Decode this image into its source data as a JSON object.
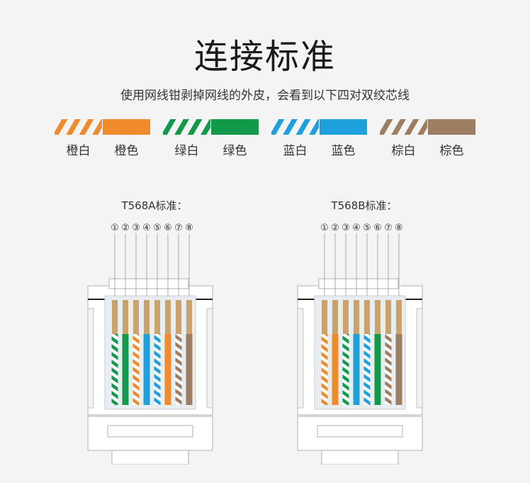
{
  "title": "连接标准",
  "subtitle": "使用网线钳剥掉网线的外皮，会看到以下四对双绞芯线",
  "colors": {
    "orange": "#f08a2c",
    "green": "#13994a",
    "blue": "#1ea0dd",
    "brown": "#9d7e62",
    "white": "#ffffff",
    "copper": "#c9a36a"
  },
  "legend": [
    {
      "label": "橙白",
      "color": "orange",
      "striped": true
    },
    {
      "label": "橙色",
      "color": "orange",
      "striped": false
    },
    {
      "label": "绿白",
      "color": "green",
      "striped": true
    },
    {
      "label": "绿色",
      "color": "green",
      "striped": false
    },
    {
      "label": "蓝白",
      "color": "blue",
      "striped": true
    },
    {
      "label": "蓝色",
      "color": "blue",
      "striped": false
    },
    {
      "label": "棕白",
      "color": "brown",
      "striped": true
    },
    {
      "label": "棕色",
      "color": "brown",
      "striped": false
    }
  ],
  "pin_labels": [
    "①",
    "②",
    "③",
    "④",
    "⑤",
    "⑥",
    "⑦",
    "⑧"
  ],
  "standards": [
    {
      "title": "T568A标准：",
      "wires": [
        {
          "color": "green",
          "striped": true
        },
        {
          "color": "green",
          "striped": false
        },
        {
          "color": "orange",
          "striped": true
        },
        {
          "color": "blue",
          "striped": false
        },
        {
          "color": "blue",
          "striped": true
        },
        {
          "color": "orange",
          "striped": false
        },
        {
          "color": "brown",
          "striped": true
        },
        {
          "color": "brown",
          "striped": false
        }
      ]
    },
    {
      "title": "T568B标准：",
      "wires": [
        {
          "color": "orange",
          "striped": true
        },
        {
          "color": "orange",
          "striped": false
        },
        {
          "color": "green",
          "striped": true
        },
        {
          "color": "blue",
          "striped": false
        },
        {
          "color": "blue",
          "striped": true
        },
        {
          "color": "green",
          "striped": false
        },
        {
          "color": "brown",
          "striped": true
        },
        {
          "color": "brown",
          "striped": false
        }
      ]
    }
  ]
}
